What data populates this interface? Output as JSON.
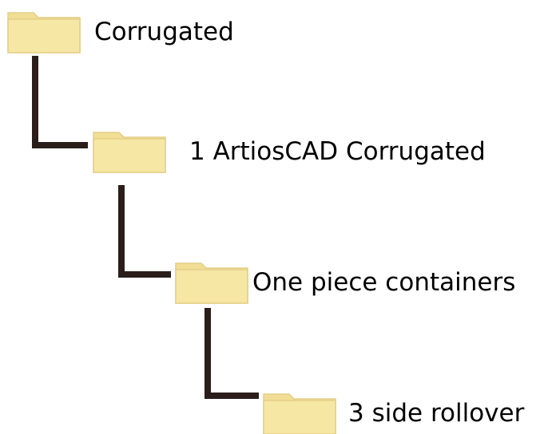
{
  "tree": {
    "nodes": [
      {
        "label": "Corrugated",
        "icon": "folder-icon"
      },
      {
        "label": "1 ArtiosCAD Corrugated",
        "icon": "folder-icon"
      },
      {
        "label": "One piece containers",
        "icon": "folder-icon"
      },
      {
        "label": "3 side rollover",
        "icon": "folder-icon"
      }
    ]
  },
  "colors": {
    "folder_fill": "#f7e7a5",
    "folder_tab": "#f2dd94",
    "folder_edge": "#e3cf86",
    "connector": "#2a1d1a"
  }
}
